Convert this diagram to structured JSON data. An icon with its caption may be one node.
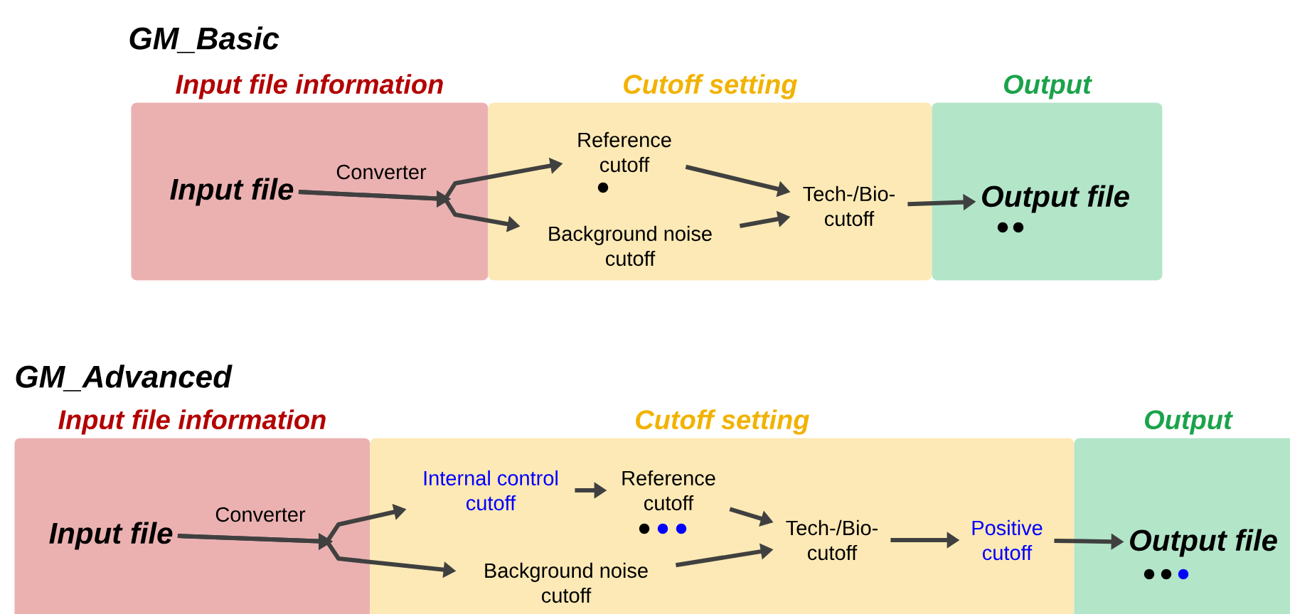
{
  "diagram": {
    "nodes": [
      {
        "text": [
          "Input file information"
        ]
      },
      {
        "text": [
          "Input file"
        ],
        "in": 0
      },
      {
        "text": [
          "Cutoff setting"
        ]
      },
      {
        "text": [
          "Reference cutoff"
        ],
        "in": 2
      },
      {
        "text": [
          "Background noise cutoff"
        ],
        "in": 2
      },
      {
        "text": [
          "Tech-/Bio-cutoff"
        ],
        "in": 2
      },
      {
        "text": [
          "Output"
        ]
      },
      {
        "text": [
          "Output file"
        ],
        "in": 6
      },
      {
        "text": [
          "Input file information"
        ]
      },
      {
        "text": [
          "Input file"
        ],
        "in": 8
      },
      {
        "text": [
          "Cutoff setting"
        ]
      },
      {
        "text": [
          "Internal control cutoff"
        ],
        "in": 10
      },
      {
        "text": [
          "Reference cutoff"
        ],
        "in": 10
      },
      {
        "text": [
          "Background noise cutoff"
        ],
        "in": 10
      },
      {
        "text": [
          "Tech-/Bio-cutoff"
        ],
        "in": 10
      },
      {
        "text": [
          "Positive cutoff"
        ],
        "in": 10
      },
      {
        "text": [
          "Output"
        ]
      },
      {
        "text": [
          "Output file"
        ],
        "in": 16
      }
    ],
    "edges": [
      {
        "from": 1,
        "to": 3,
        "arrow": "to",
        "label": "Converter"
      },
      {
        "from": 1,
        "to": 4,
        "arrow": "to"
      },
      {
        "from": 3,
        "to": 5,
        "arrow": "to"
      },
      {
        "from": 4,
        "to": 5,
        "arrow": "to"
      },
      {
        "from": 5,
        "to": 7,
        "arrow": "to"
      },
      {
        "from": 9,
        "to": 11,
        "arrow": "to",
        "label": "Converter"
      },
      {
        "from": 9,
        "to": 13,
        "arrow": "to"
      },
      {
        "from": 11,
        "to": 12,
        "arrow": "to"
      },
      {
        "from": 12,
        "to": 14,
        "arrow": "to"
      },
      {
        "from": 13,
        "to": 14,
        "arrow": "to"
      },
      {
        "from": 14,
        "to": 15,
        "arrow": "to"
      },
      {
        "from": 15,
        "to": 17,
        "arrow": "to"
      }
    ],
    "labels": [
      "GM_Basic",
      "GM_Advanced"
    ]
  }
}
